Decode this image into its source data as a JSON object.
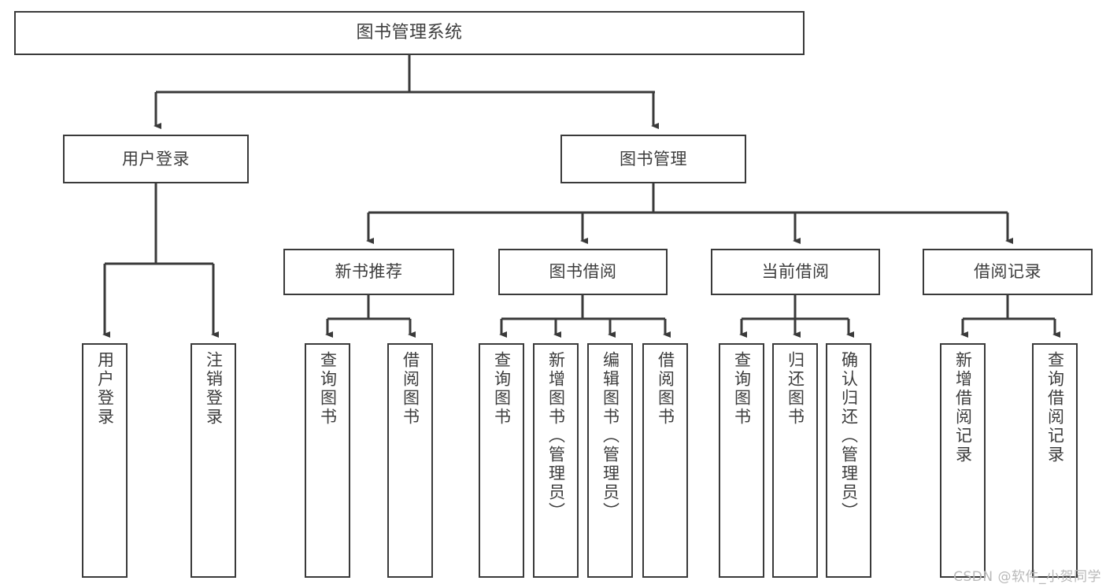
{
  "diagram": {
    "title": "图书管理系统",
    "type": "function-structure-tree",
    "stroke_color": "#3a3a3a",
    "text_color": "#3d3d3d",
    "background_color": "#ffffff"
  },
  "root": {
    "label": "图书管理系统"
  },
  "level2": [
    {
      "label": "用户登录"
    },
    {
      "label": "图书管理"
    }
  ],
  "level3": [
    {
      "label": "新书推荐"
    },
    {
      "label": "图书借阅"
    },
    {
      "label": "当前借阅"
    },
    {
      "label": "借阅记录"
    }
  ],
  "leaves": {
    "user_login": [
      {
        "label": "用户登录"
      },
      {
        "label": "注销登录"
      }
    ],
    "new_book_recommend": [
      {
        "label": "查询图书"
      },
      {
        "label": "借阅图书"
      }
    ],
    "book_borrow": [
      {
        "label": "查询图书"
      },
      {
        "label": "新增图书（管理员）"
      },
      {
        "label": "编辑图书（管理员）"
      },
      {
        "label": "借阅图书"
      }
    ],
    "current_borrow": [
      {
        "label": "查询图书"
      },
      {
        "label": "归还图书"
      },
      {
        "label": "确认归还（管理员）"
      }
    ],
    "borrow_record": [
      {
        "label": "新增借阅记录"
      },
      {
        "label": "查询借阅记录"
      }
    ]
  },
  "watermark": {
    "text": "CSDN @软件_小贺同学"
  }
}
